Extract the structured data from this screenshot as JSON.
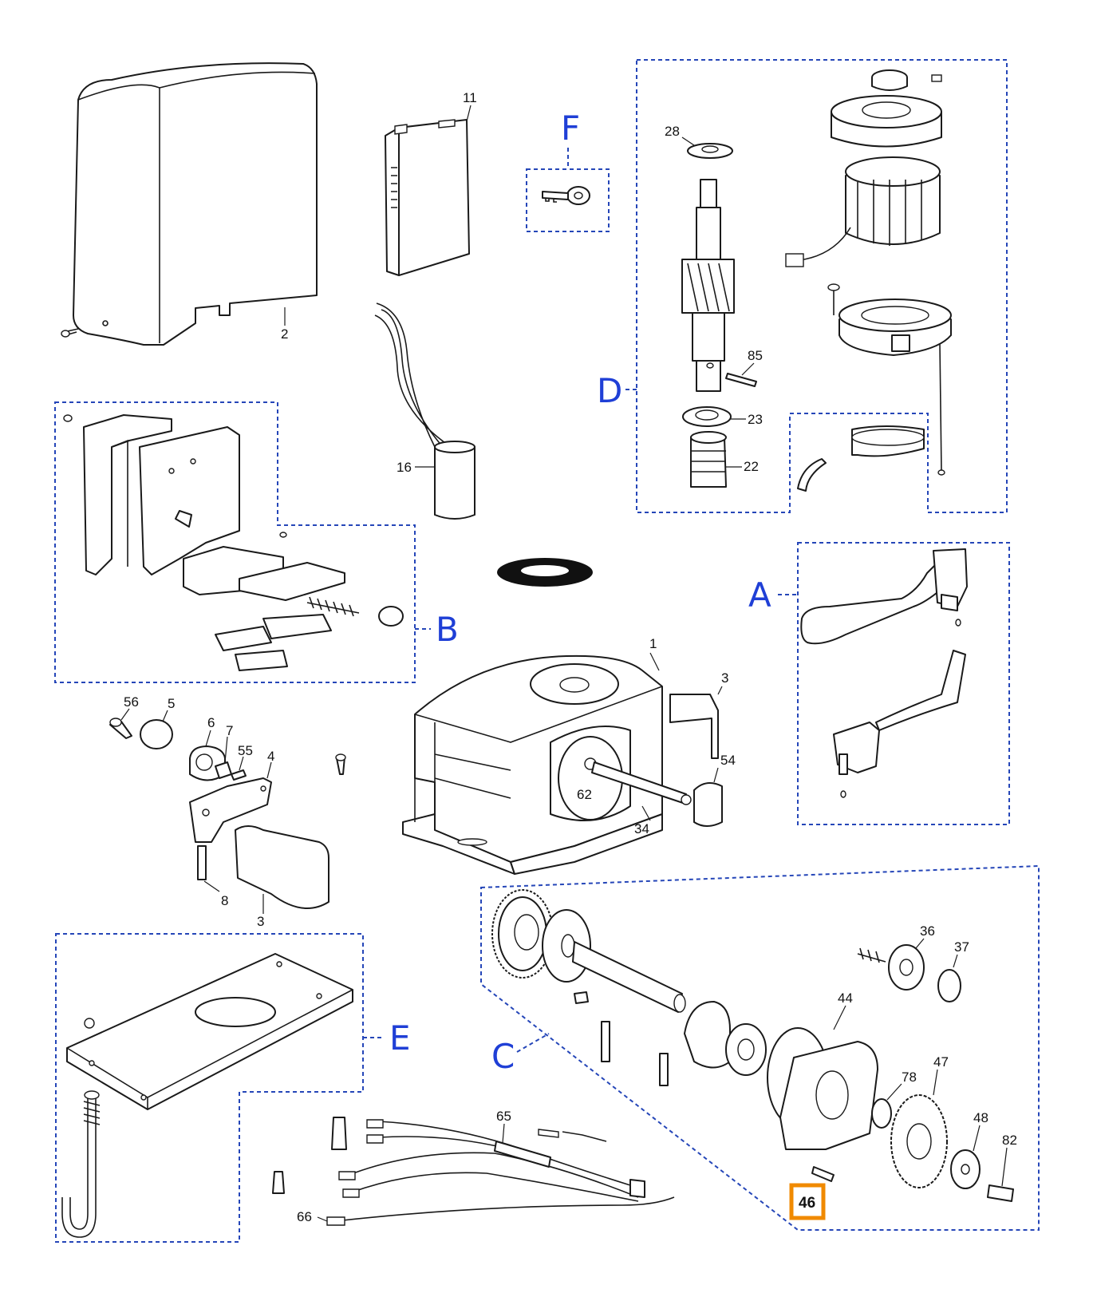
{
  "diagram": {
    "part_numbers": {
      "p1": "1",
      "p2": "2",
      "p3a": "3",
      "p3b": "3",
      "p4": "4",
      "p5": "5",
      "p6": "6",
      "p7": "7",
      "p8": "8",
      "p11": "11",
      "p16": "16",
      "p22": "22",
      "p23": "23",
      "p28": "28",
      "p34": "34",
      "p36": "36",
      "p37": "37",
      "p44": "44",
      "p47": "47",
      "p48": "48",
      "p54": "54",
      "p55": "55",
      "p56": "56",
      "p62": "62",
      "p65": "65",
      "p66": "66",
      "p78": "78",
      "p82": "82",
      "p85": "85"
    },
    "groups": {
      "A": "A",
      "B": "B",
      "C": "C",
      "D": "D",
      "E": "E",
      "F": "F"
    },
    "highlighted_part": "46",
    "colors": {
      "group_outline": "#2546b8",
      "group_label": "#1f3fd6",
      "highlight": "#f08a00",
      "linework": "#1a1a1a"
    }
  }
}
